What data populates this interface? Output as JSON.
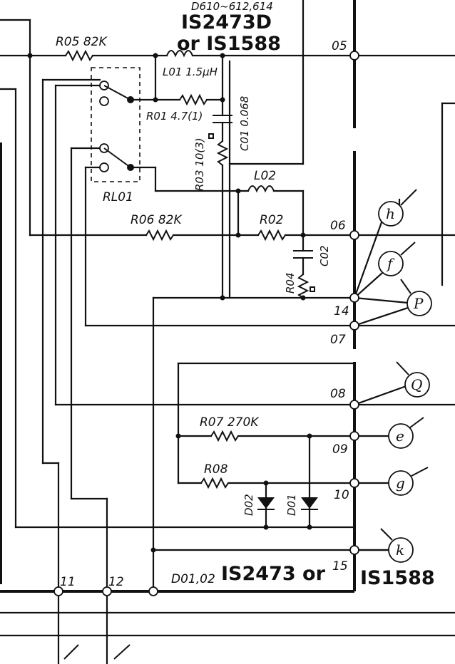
{
  "header": {
    "top_ref": "D610~612,614",
    "part_main": "IS2473D",
    "part_alt": "or IS1588"
  },
  "components": {
    "r05": "R05 82K",
    "l01": "L01 1.5μH",
    "r01": "R01 4.7(1)",
    "c01": "C01 0.068",
    "r03": "R03 10(3)",
    "relay": "RL01",
    "l02": "L02",
    "r06": "R06 82K",
    "r02": "R02",
    "c02": "C02",
    "r04": "R04",
    "r07": "R07 270K",
    "r08": "R08",
    "d02": "D02",
    "d01": "D01",
    "diode_note_ref": "D01,02",
    "diode_note_main": "IS2473 or",
    "diode_note_alt": "IS1588"
  },
  "terminals": {
    "t05": "05",
    "t06": "06",
    "t14": "14",
    "t07": "07",
    "t08": "08",
    "t09": "09",
    "t10": "10",
    "t15": "15",
    "t11": "11",
    "t12": "12"
  },
  "connectors": {
    "h": "h",
    "f": "f",
    "p": "P",
    "q": "Q",
    "e": "e",
    "g": "g",
    "k": "k"
  }
}
